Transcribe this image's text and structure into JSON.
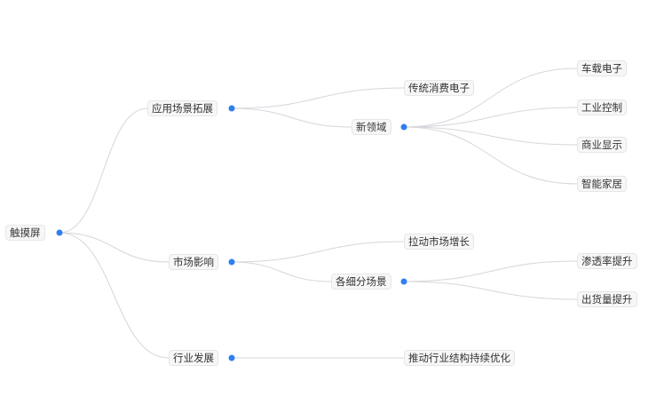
{
  "colors": {
    "accent": "#2f7ff0",
    "edge": "#d6d6dc"
  },
  "mindmap": {
    "root": "触摸屏",
    "branches": [
      {
        "label": "应用场景拓展",
        "children": [
          {
            "label": "传统消费电子"
          },
          {
            "label": "新领域",
            "children": [
              "车载电子",
              "工业控制",
              "商业显示",
              "智能家居"
            ]
          }
        ]
      },
      {
        "label": "市场影响",
        "children": [
          {
            "label": "拉动市场增长"
          },
          {
            "label": "各细分场景",
            "children": [
              "渗透率提升",
              "出货量提升"
            ]
          }
        ]
      },
      {
        "label": "行业发展",
        "children": [
          {
            "label": "推动行业结构持续优化"
          }
        ]
      }
    ]
  }
}
